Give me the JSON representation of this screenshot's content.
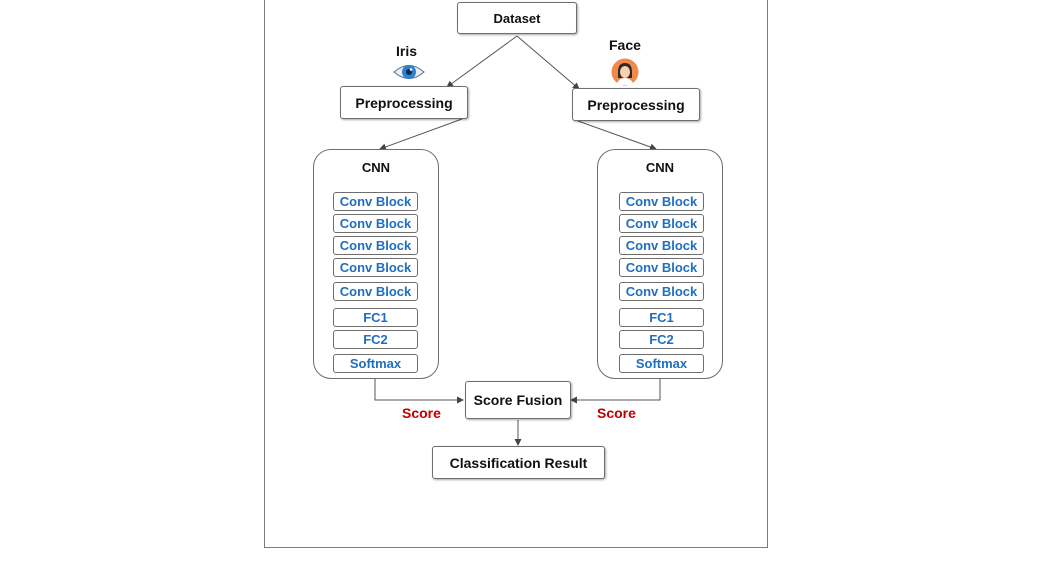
{
  "dataset": "Dataset",
  "iris": {
    "label": "Iris",
    "preprocessing": "Preprocessing",
    "cnn_title": "CNN",
    "layers": [
      "Conv Block",
      "Conv Block",
      "Conv Block",
      "Conv Block",
      "Conv Block",
      "FC1",
      "FC2",
      "Softmax"
    ],
    "score": "Score"
  },
  "face": {
    "label": "Face",
    "preprocessing": "Preprocessing",
    "cnn_title": "CNN",
    "layers": [
      "Conv Block",
      "Conv Block",
      "Conv Block",
      "Conv Block",
      "Conv Block",
      "FC1",
      "FC2",
      "Softmax"
    ],
    "score": "Score"
  },
  "score_fusion": "Score Fusion",
  "classification_result": "Classification Result",
  "colors": {
    "layer_text": "#1f6fc0",
    "score_text": "#c00000",
    "border": "#6e6e6e"
  },
  "icons": {
    "iris": "eye-icon",
    "face": "face-avatar-icon"
  }
}
